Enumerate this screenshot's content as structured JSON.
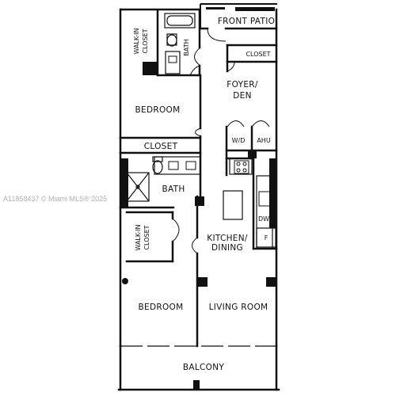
{
  "watermark": "A11858437 © Miami MLS® 2025",
  "colors": {
    "wall": "#111111",
    "ink": "#111111",
    "paper": "#ffffff"
  },
  "rooms": {
    "front_patio": "FRONT PATIO",
    "closet_top": "CLOSET",
    "walk_in_top_1": "WALK-IN",
    "walk_in_top_2": "CLOSET",
    "bath_top": "BATH",
    "foyer_1": "FOYER/",
    "foyer_2": "DEN",
    "bedroom_top": "BEDROOM",
    "closet_mid": "CLOSET",
    "bath_mid": "BATH",
    "walk_in_mid_1": "WALK-IN",
    "walk_in_mid_2": "CLOSET",
    "kitchen_1": "KITCHEN/",
    "kitchen_2": "DINING",
    "bedroom_bottom": "BEDROOM",
    "living_room": "LIVING ROOM",
    "balcony": "BALCONY"
  },
  "appliances": {
    "washer_dryer": "W/D",
    "ahu": "AHU",
    "dishwasher": "DW",
    "fridge": "F"
  }
}
